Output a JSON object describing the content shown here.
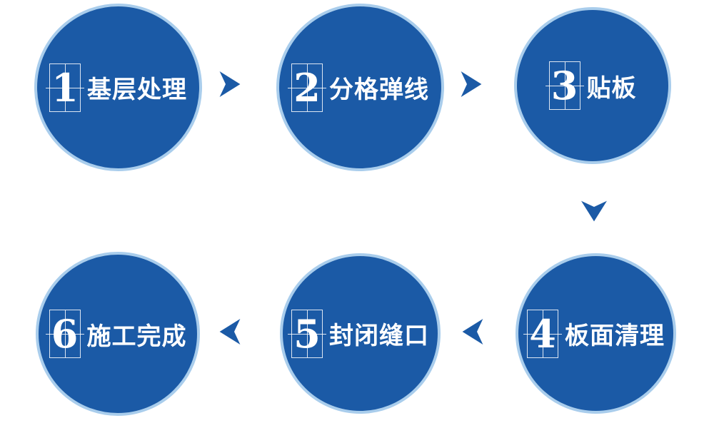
{
  "colors": {
    "circle_fill": "#1b5aa6",
    "circle_ring": "#a9cdec",
    "arrow": "#1b5aa6",
    "text": "#ffffff",
    "background": "#ffffff"
  },
  "steps": [
    {
      "number": "1",
      "label": "基层处理"
    },
    {
      "number": "2",
      "label": "分格弹线"
    },
    {
      "number": "3",
      "label": "贴板"
    },
    {
      "number": "4",
      "label": "板面清理"
    },
    {
      "number": "5",
      "label": "封闭缝口"
    },
    {
      "number": "6",
      "label": "施工完成"
    }
  ],
  "arrows": [
    {
      "from": "1",
      "to": "2",
      "direction": "right"
    },
    {
      "from": "2",
      "to": "3",
      "direction": "right"
    },
    {
      "from": "3",
      "to": "4",
      "direction": "down"
    },
    {
      "from": "4",
      "to": "5",
      "direction": "left"
    },
    {
      "from": "5",
      "to": "6",
      "direction": "left"
    }
  ]
}
